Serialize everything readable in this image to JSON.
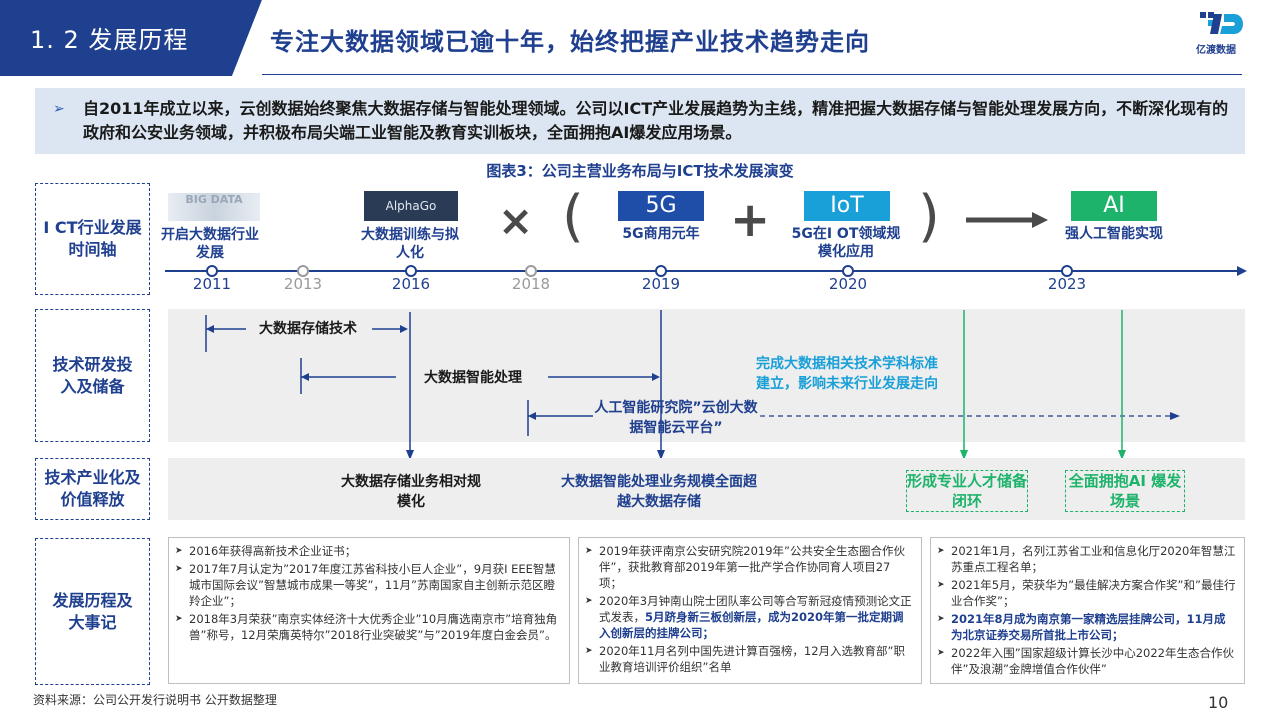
{
  "header": {
    "section_label": "1. 2 发展历程",
    "title": "专注大数据领域已逾十年，始终把握产业技术趋势走向",
    "logo_text": "亿渡数据"
  },
  "summary": {
    "bullet": "➢",
    "text": "自2011年成立以来，云创数据始终聚焦大数据存储与智能处理领域。公司以ICT产业发展趋势为主线，精准把握大数据存储与智能处理发展方向，不断深化现有的政府和公安业务领域，并积极布局尖端工业智能及教育实训板块，全面拥抱AI爆发应用场景。"
  },
  "figure_title": "图表3：公司主营业务布局与ICT技术发展演变",
  "rows": {
    "ict": "I CT行业发展时间轴",
    "rd": "技术研发投入及储备",
    "industry": "技术产业化及价值释放",
    "events": "发展历程及大事记"
  },
  "timeline": {
    "big_data_logo": "BIG DATA",
    "alphago_logo": "AlphaGo",
    "label_2011": "开启大数据行业发展",
    "label_2016": "大数据训练与拟人化",
    "box_5g": "5G",
    "label_5g": "5G商用元年",
    "box_iot": "IoT",
    "label_iot": "5G在I OT领域规模化应用",
    "box_ai": "AI",
    "label_ai": "强人工智能实现",
    "years": [
      "2011",
      "2013",
      "2016",
      "2018",
      "2019",
      "2020",
      "2023"
    ],
    "times_symbol": "×",
    "paren_open": "(",
    "paren_close": ")",
    "plus_symbol": "+"
  },
  "rd": {
    "storage": "大数据存储技术",
    "intelligent": "大数据智能处理",
    "ai_institute": "人工智能研究院”云创大数据智能云平台”",
    "standards": "完成大数据相关技术学科标准建立，影响未来行业发展走向"
  },
  "industry": {
    "storage_scale": "大数据存储业务相对规模化",
    "intelligent_scale": "大数据智能处理业务规模全面超越大数据存储",
    "talent": "形成专业人才储备闭环",
    "ai_scene": "全面拥抱AI 爆发场景"
  },
  "events": {
    "col1": [
      "2016年获得高新技术企业证书；",
      "2017年7月认定为”2017年度江苏省科技小巨人企业”，9月获I EEE智慧城市国际会议”智慧城市成果一等奖”，11月”苏南国家自主创新示范区瞪羚企业”；",
      "2018年3月荣获”南京实体经济十大优秀企业”10月膺选南京市”培育独角兽”称号，12月荣膺英特尔”2018行业突破奖”与”2019年度白金会员”。"
    ],
    "col2_1": "2019年获评南京公安研究院2019年”公共安全生态圈合作伙伴”，获批教育部2019年第一批产学合作协同育人项目27项；",
    "col2_2_pre": "2020年3月钟南山院士团队率公司等合写新冠疫情预测论文正式发表，",
    "col2_2_hl": "5月跻身新三板创新层，成为2020年第一批定期调入创新层的挂牌公司；",
    "col2_3": "2020年11月名列中国先进计算百强榜，12月入选教育部”职业教育培训评价组织”名单",
    "col3_1": "2021年1月，名列江苏省工业和信息化厅2020年智慧江苏重点工程名单；",
    "col3_2": "2021年5月，荣获华为”最佳解决方案合作奖”和”最佳行业合作奖”；",
    "col3_3_hl": "2021年8月成为南京第一家精选层挂牌公司，11月成为北京证券交易所首批上市公司；",
    "col3_4": "2022年入围”国家超级计算长沙中心2022年生态合作伙伴”及浪潮”金牌增值合作伙伴”"
  },
  "footer": {
    "source": "资料来源：公司公开发行说明书 公开数据整理",
    "page": "10"
  },
  "colors": {
    "navy": "#1f3f8f",
    "blue": "#1f4ea8",
    "cyan": "#1aa0d8",
    "green": "#1db36a",
    "summary_bg": "#dce6f2",
    "band_bg": "#eeeeee"
  }
}
